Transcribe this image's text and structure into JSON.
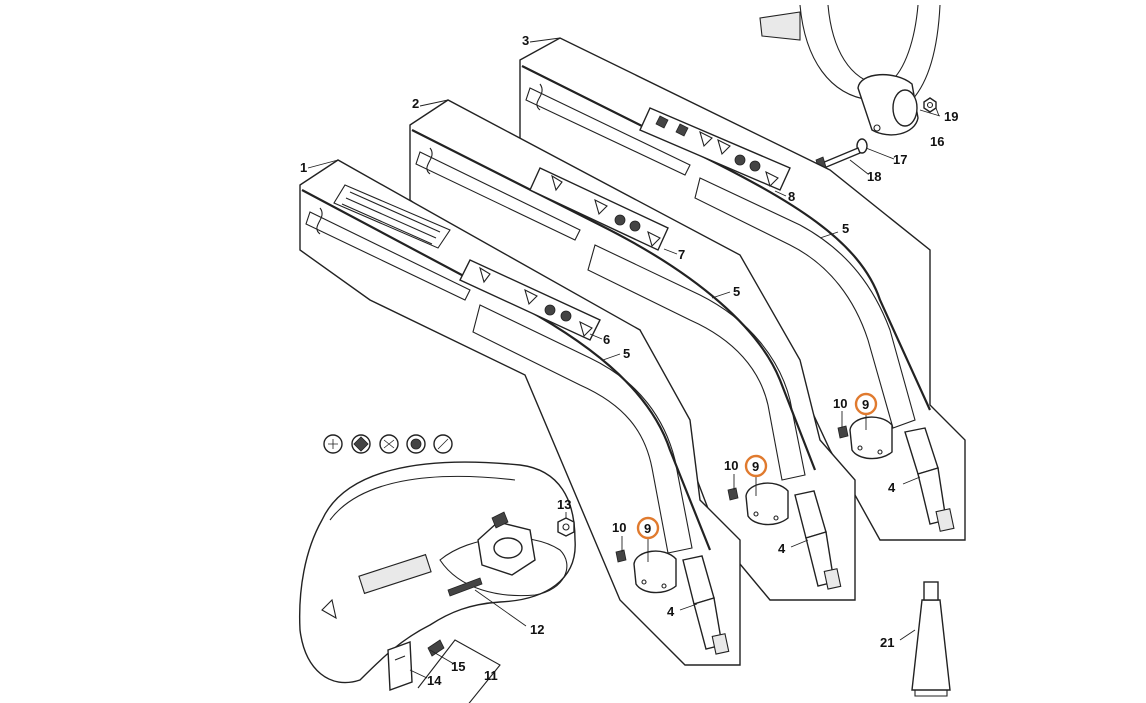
{
  "callouts": {
    "c1": "1",
    "c2": "2",
    "c3": "3",
    "c4a": "4",
    "c4b": "4",
    "c4c": "4",
    "c5a": "5",
    "c5b": "5",
    "c5c": "5",
    "c6": "6",
    "c7": "7",
    "c8": "8",
    "c9a": "9",
    "c9b": "9",
    "c9c": "9",
    "c10a": "10",
    "c10b": "10",
    "c10c": "10",
    "c11": "11",
    "c12": "12",
    "c13": "13",
    "c14": "14",
    "c15": "15",
    "c16": "16",
    "c17": "17",
    "c18": "18",
    "c19": "19",
    "c21": "21"
  },
  "highlight": {
    "ring_color": "#e07a2e",
    "highlighted_part": "9"
  }
}
